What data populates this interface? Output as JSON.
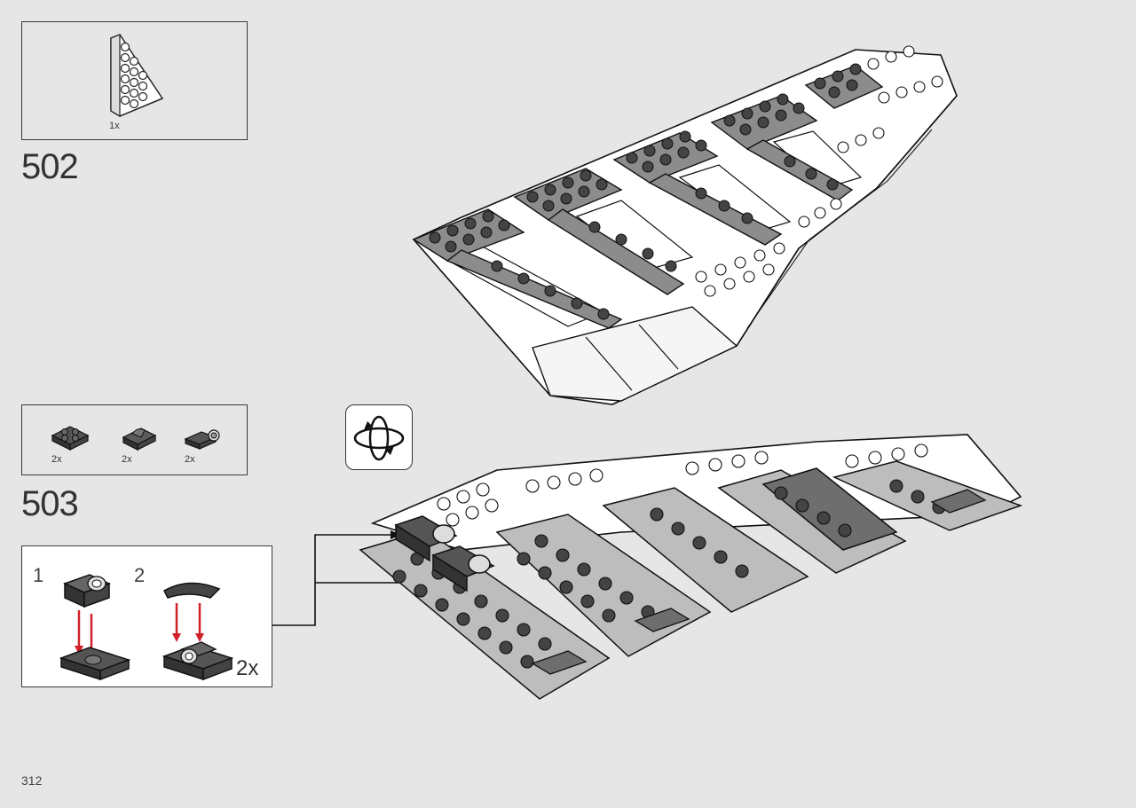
{
  "page": {
    "number": "312"
  },
  "step_502": {
    "number": "502",
    "parts": [
      {
        "part": "white-wedge-plate",
        "qty": "1x"
      }
    ]
  },
  "step_503": {
    "number": "503",
    "parts": [
      {
        "part": "dark-plate-2x2",
        "qty": "2x"
      },
      {
        "part": "dark-slope-curved",
        "qty": "2x"
      },
      {
        "part": "dark-clip-plate",
        "qty": "2x"
      }
    ],
    "subassembly": {
      "step1": "1",
      "step2": "2",
      "multiplier": "2x"
    }
  },
  "icons": {
    "rotate": "rotate-model-icon"
  },
  "colors": {
    "background": "#e6e6e6",
    "dark_gray": "#6e6e6e",
    "light_gray": "#bdbdbd",
    "white": "#ffffff",
    "arrow_red": "#d0202a",
    "outline": "#1a1a1a"
  }
}
